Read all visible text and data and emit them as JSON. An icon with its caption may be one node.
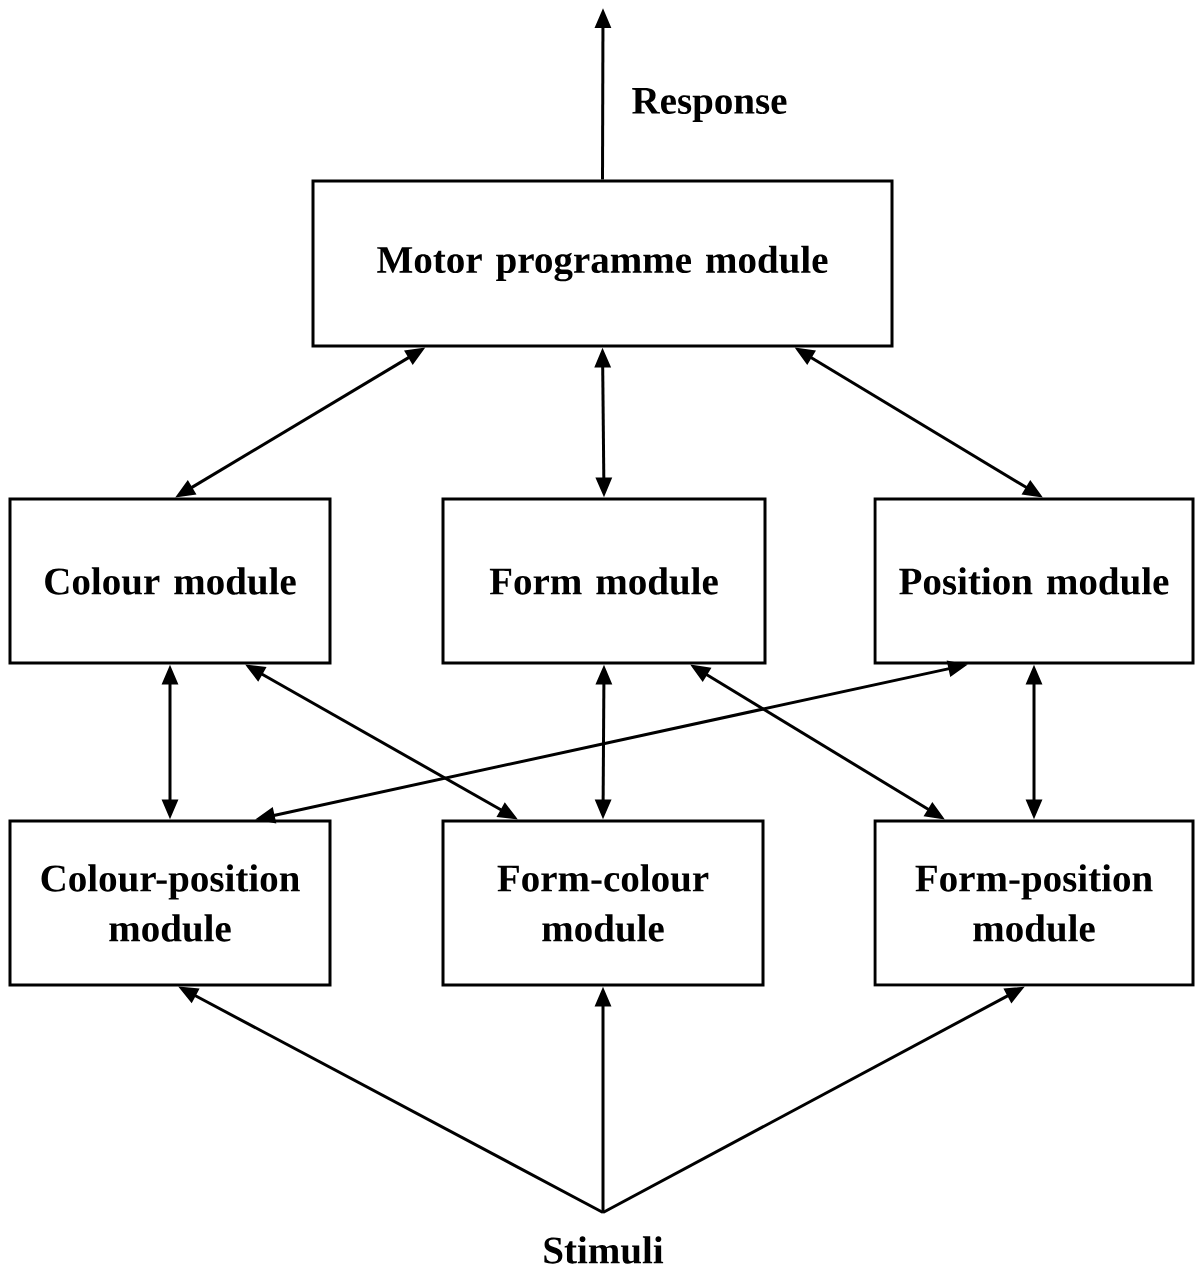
{
  "diagram": {
    "nodes": [
      {
        "text": [
          "Motor programme module"
        ]
      },
      {
        "text": [
          "Colour module"
        ]
      },
      {
        "text": [
          "Form module"
        ]
      },
      {
        "text": [
          "Position module"
        ]
      },
      {
        "text": [
          "Colour-position module"
        ]
      },
      {
        "text": [
          "Form-colour module"
        ]
      },
      {
        "text": [
          "Form-position module"
        ]
      },
      {
        "text": [
          "Stimuli"
        ]
      }
    ],
    "edges": [
      {
        "from": 0,
        "to": 1,
        "arrow": "both"
      },
      {
        "from": 0,
        "to": 2,
        "arrow": "both"
      },
      {
        "from": 0,
        "to": 3,
        "arrow": "both"
      },
      {
        "from": 1,
        "to": 4,
        "arrow": "both"
      },
      {
        "from": 1,
        "to": 5,
        "arrow": "both"
      },
      {
        "from": 3,
        "to": 4,
        "arrow": "both"
      },
      {
        "from": 2,
        "to": 5,
        "arrow": "both"
      },
      {
        "from": 2,
        "to": 6,
        "arrow": "both"
      },
      {
        "from": 3,
        "to": 6,
        "arrow": "both"
      },
      {
        "from": 7,
        "to": 4,
        "arrow": "to"
      },
      {
        "from": 7,
        "to": 5,
        "arrow": "to"
      },
      {
        "from": 7,
        "to": 6,
        "arrow": "to"
      },
      {
        "from": 0,
        "to": null,
        "arrow": "to",
        "label": "Response"
      }
    ]
  }
}
